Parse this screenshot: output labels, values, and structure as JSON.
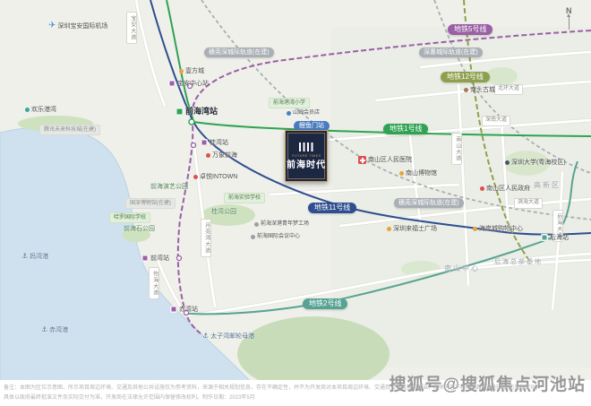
{
  "compass": {
    "n": "N"
  },
  "icons": {
    "anchor": "⚓",
    "plane": "✈"
  },
  "project": {
    "name_cn": "前海时代",
    "name_en": "FUTURE TIMES"
  },
  "colors": {
    "line1_green": "#2fa352",
    "line5_purple": "#9a5fa5",
    "line11_navy": "#2f4e8f",
    "line2_teal": "#57a393",
    "line12_olive": "#8ea04e",
    "intercity_gray": "#a9afb5",
    "water": "#cfe1ee",
    "park": "#cfe2c0",
    "logo_navy": "#1c2742",
    "logo_gold": "#c9a063"
  },
  "metro_badges": {
    "line5": "地铁5号线",
    "line12": "地铁12号线",
    "line1": "地铁1号线",
    "line11": "地铁11号线",
    "line2": "地铁2号线",
    "intercity_top_left": "穗莞深城际轨道(在建)",
    "intercity_top_right": "深惠城际轨道(在建)",
    "intercity_mid": "穗莞深城际轨道(在建)"
  },
  "stations": {
    "qianhaiwan": "前海湾站",
    "baoan_center": "宝安中心站",
    "liyumen": "鲤鱼门站",
    "guiwan": "桂湾站",
    "qianwan": "前湾站",
    "chiwan": "赤湾站",
    "houhai": "后海站"
  },
  "roads": {
    "baoan": "宝安大道",
    "beihuan": "北环大道",
    "shennan": "深南大道",
    "nanshan": "南山大道",
    "binhai": "滨海大道",
    "houhai": "后海大道",
    "yueliangwan": "月亮湾大道",
    "yihai": "怡海大道"
  },
  "landmarks": {
    "airport": "深圳宝安国际机场",
    "oh_bay": "欢乐港湾",
    "tencent": "腾讯未来科技城(在建)",
    "yifangcheng": "壹方城",
    "gangwan_primary": "前海港湾小学",
    "sams": "山姆会员店",
    "nantou": "南头古城",
    "hospital": "南山区人民医院",
    "museum": "南山博物馆",
    "szu": "深圳大学(粤海校区)",
    "gaoxin": "高新区",
    "government": "南山区人民政府",
    "mixc": "万象前海",
    "intown": "卓悦INTOWN",
    "yanyi_park": "前海演艺公园",
    "guoshen_museum": "国深博物馆(在建)",
    "harrow": "哈罗国际学校",
    "stone_park": "前海石公园",
    "guiwan_park": "桂湾公园",
    "qianhai_school": "前海实验学校",
    "dream_factory": "前海深港青年梦工场",
    "conference_center": "前海国际会议中心",
    "raffles": "深圳来福士广场",
    "coastal_city": "海岸城购物中心",
    "houhai_hq": "后海总部基地",
    "nanshan_center": "南山中心",
    "mawan_port": "妈湾港",
    "chiwan_port": "赤湾港",
    "prince_bay": "太子湾邮轮母港"
  },
  "watermark": "搜狐号@搜狐焦点河池站",
  "disclaimer": {
    "line1": "备注：本图为区位示意图，所示项目周边环境、交通及其他公共设施仅为参考资料，来源于相关规划信息，存在不确定性，并不为开发商对本项目周边环境、交通及公共设施的承诺，相关内容不排除因政府规划调整而发生变化，",
    "line2": "具体以政府最终批准文件及实际交付为准，开发商在法律允许范围内保留修改权利。制作日期：2023年5月"
  }
}
